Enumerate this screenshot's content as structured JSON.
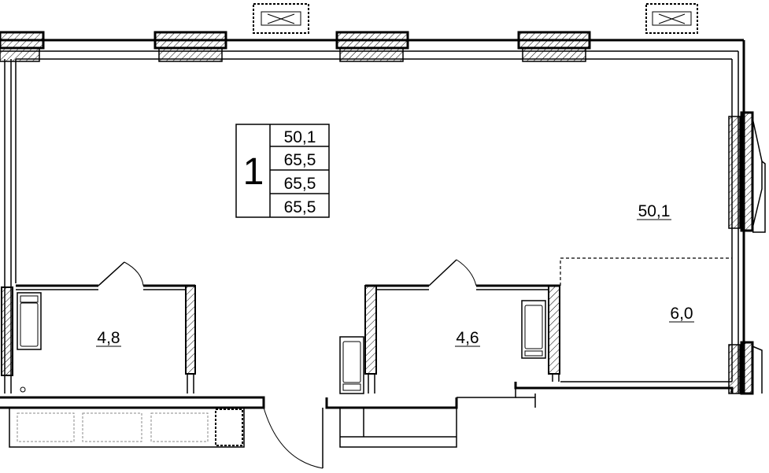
{
  "plan": {
    "apartment_number": "1",
    "area_table": [
      "50,1",
      "65,5",
      "65,5",
      "65,5"
    ],
    "rooms": [
      {
        "id": "living",
        "area": "50,1"
      },
      {
        "id": "bathroom-left",
        "area": "4,8"
      },
      {
        "id": "bathroom-right",
        "area": "4,6"
      },
      {
        "id": "kitchen-zone",
        "area": "6,0"
      }
    ]
  }
}
